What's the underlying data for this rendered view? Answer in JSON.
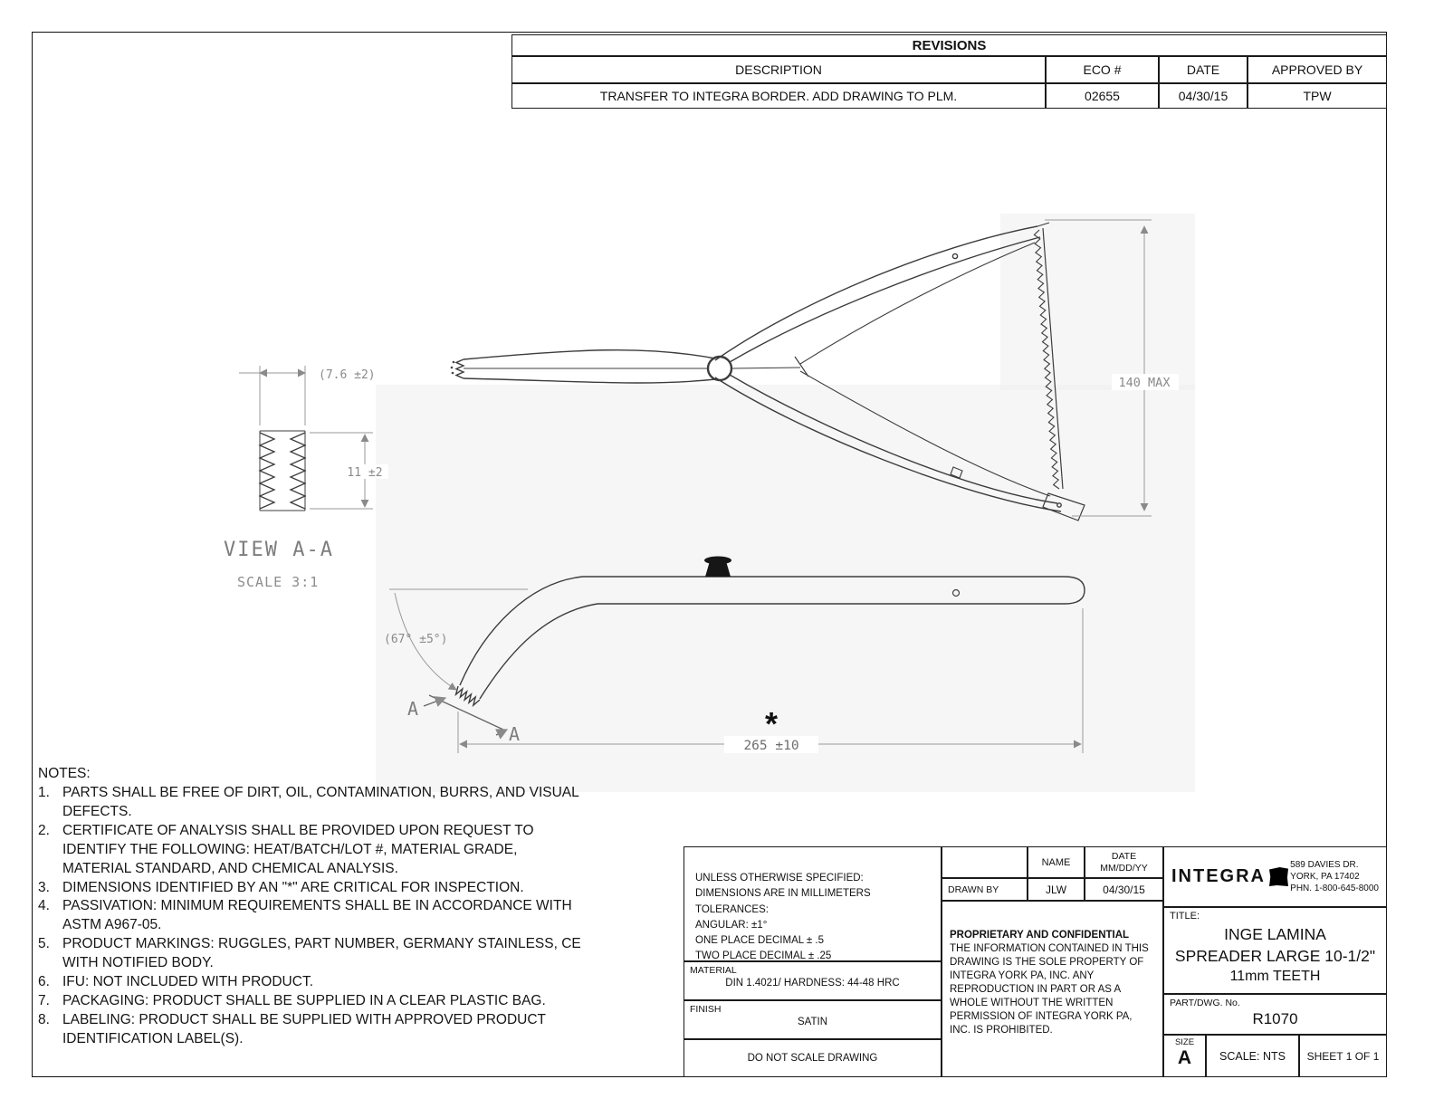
{
  "revisions": {
    "title": "REVISIONS",
    "headers": {
      "description": "DESCRIPTION",
      "eco": "ECO #",
      "date": "DATE",
      "approved": "APPROVED BY"
    },
    "rows": [
      {
        "description": "TRANSFER TO INTEGRA BORDER. ADD DRAWING TO PLM.",
        "eco": "02655",
        "date": "04/30/15",
        "approved": "TPW"
      }
    ]
  },
  "drawing": {
    "dim_140": "140  MAX",
    "dim_76": "(7.6 ±2)",
    "dim_11": "11 ±2",
    "view_label": "VIEW A-A",
    "view_scale": "SCALE 3:1",
    "angle_dim": "(67° ±5°)",
    "section_a1": "A",
    "section_a2": "A",
    "asterisk": "*",
    "dim_265": "265 ±10"
  },
  "notes": {
    "title": "NOTES:",
    "items": [
      {
        "num": "1.",
        "text": "PARTS SHALL BE FREE OF DIRT, OIL, CONTAMINATION, BURRS, AND VISUAL DEFECTS."
      },
      {
        "num": "2.",
        "text": "CERTIFICATE OF ANALYSIS SHALL BE PROVIDED UPON REQUEST TO IDENTIFY THE FOLLOWING: HEAT/BATCH/LOT #, MATERIAL GRADE, MATERIAL STANDARD, AND CHEMICAL ANALYSIS."
      },
      {
        "num": "3.",
        "text": "DIMENSIONS IDENTIFIED BY AN \"*\" ARE CRITICAL FOR INSPECTION."
      },
      {
        "num": "4.",
        "text": "PASSIVATION: MINIMUM REQUIREMENTS SHALL BE IN ACCORDANCE WITH ASTM A967-05."
      },
      {
        "num": "5.",
        "text": "PRODUCT MARKINGS: RUGGLES, PART NUMBER, GERMANY STAINLESS, CE WITH NOTIFIED BODY."
      },
      {
        "num": "6.",
        "text": "IFU: NOT INCLUDED WITH PRODUCT."
      },
      {
        "num": "7.",
        "text": "PACKAGING: PRODUCT SHALL BE SUPPLIED IN A CLEAR PLASTIC BAG."
      },
      {
        "num": "8.",
        "text": "LABELING: PRODUCT SHALL BE SUPPLIED WITH APPROVED PRODUCT IDENTIFICATION LABEL(S)."
      }
    ]
  },
  "titleblock": {
    "tolerances": {
      "line1": "UNLESS OTHERWISE SPECIFIED:",
      "line2": "DIMENSIONS ARE IN MILLIMETERS",
      "line3": "TOLERANCES:",
      "line4": "ANGULAR: ±1°",
      "line5": "ONE PLACE DECIMAL ± .5",
      "line6": "TWO PLACE DECIMAL ± .25"
    },
    "material_label": "MATERIAL",
    "material_value": "DIN 1.4021/ HARDNESS: 44-48 HRC",
    "finish_label": "FINISH",
    "finish_value": "SATIN",
    "no_scale": "DO NOT SCALE DRAWING",
    "name_header": "NAME",
    "date_header_1": "DATE",
    "date_header_2": "MM/DD/YY",
    "drawn_by_label": "DRAWN BY",
    "drawn_by_name": "JLW",
    "drawn_by_date": "04/30/15",
    "proprietary_title": "PROPRIETARY AND CONFIDENTIAL",
    "proprietary_text": "THE INFORMATION CONTAINED IN THIS DRAWING IS THE SOLE PROPERTY OF INTEGRA YORK PA, INC.  ANY REPRODUCTION IN PART OR AS A WHOLE WITHOUT THE WRITTEN PERMISSION OF INTEGRA YORK PA, INC. IS PROHIBITED.",
    "company": "INTEGRA",
    "address1": "589 DAVIES DR.",
    "address2": "YORK, PA 17402",
    "address3": "PHN. 1-800-645-8000",
    "title_label": "TITLE:",
    "title_line1": "INGE LAMINA",
    "title_line2": "SPREADER LARGE 10-1/2\"",
    "title_line3": "11mm TEETH",
    "part_label": "PART/DWG. No.",
    "part_number": "R1070",
    "size_label": "SIZE",
    "size_value": "A",
    "scale": "SCALE: NTS",
    "sheet": "SHEET 1 OF 1"
  }
}
